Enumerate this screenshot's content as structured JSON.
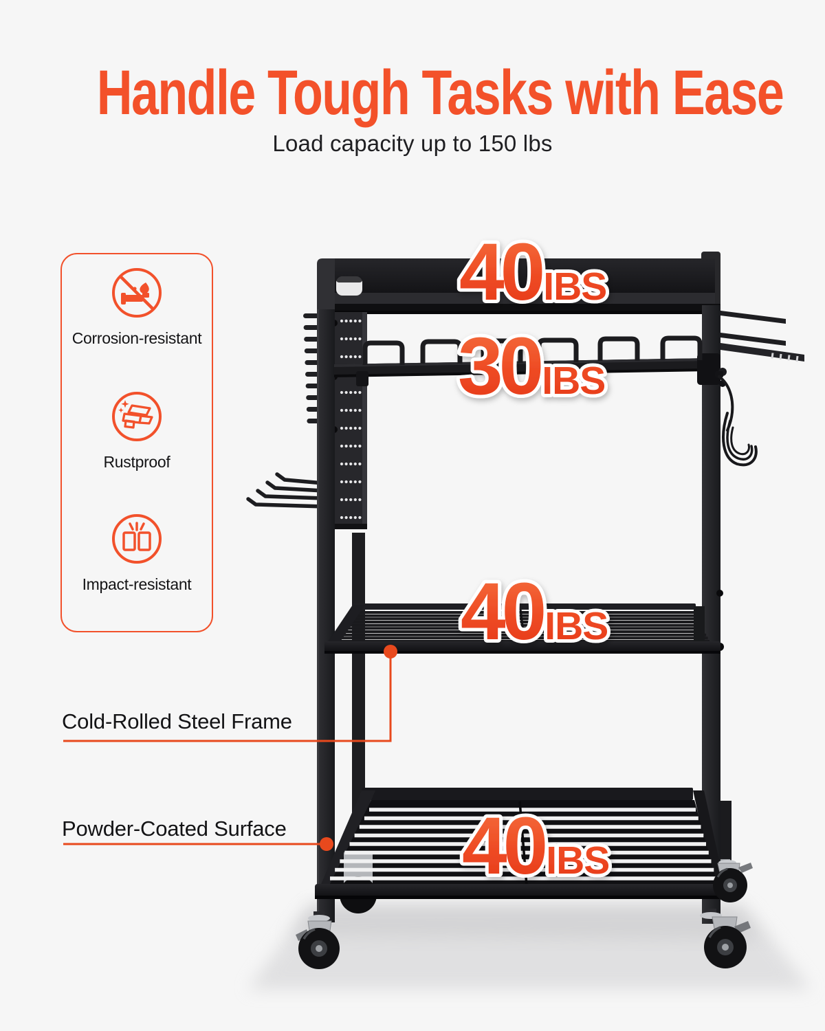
{
  "page": {
    "background_color": "#f6f6f6",
    "accent_color": "#f2512b",
    "callout_line_color": "#e8491d"
  },
  "header": {
    "title": "Handle Tough Tasks with Ease",
    "subtitle": "Load capacity up to 150 lbs"
  },
  "features": {
    "items": [
      {
        "label": "Corrosion-resistant",
        "icon": "no-corrosion-icon"
      },
      {
        "label": "Rustproof",
        "icon": "rustproof-bricks-icon"
      },
      {
        "label": "Impact-resistant",
        "icon": "impact-box-icon"
      }
    ]
  },
  "capacity_labels": {
    "top_shelf": {
      "value": "40",
      "unit": "IBS"
    },
    "tool_rail": {
      "value": "30",
      "unit": "IBS"
    },
    "middle_shelf": {
      "value": "40",
      "unit": "IBS"
    },
    "bottom_shelf": {
      "value": "40",
      "unit": "IBS"
    }
  },
  "callouts": {
    "frame": {
      "label": "Cold-Rolled Steel Frame"
    },
    "surface": {
      "label": "Powder-Coated Surface"
    }
  }
}
